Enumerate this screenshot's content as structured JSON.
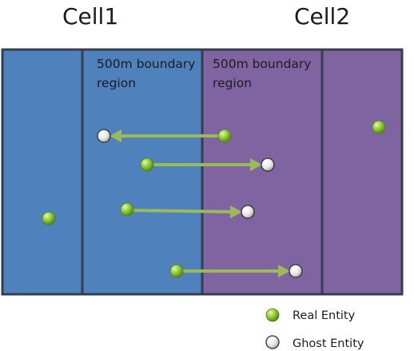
{
  "cells": [
    {
      "title": "Cell1",
      "color": "#4f81bd"
    },
    {
      "title": "Cell2",
      "color": "#8064a2"
    }
  ],
  "boundary": {
    "left_label_lines": [
      "500m boundary",
      "region"
    ],
    "right_label_lines": [
      "500m boundary",
      "region"
    ],
    "divider_color": "#333f50"
  },
  "legend": {
    "real_label": "Real Entity",
    "ghost_label": "Ghost Entity"
  },
  "colors": {
    "real_entity": "#8dc43f",
    "ghost_entity": "#e6e6e6",
    "arrow": "#9bbb59"
  }
}
